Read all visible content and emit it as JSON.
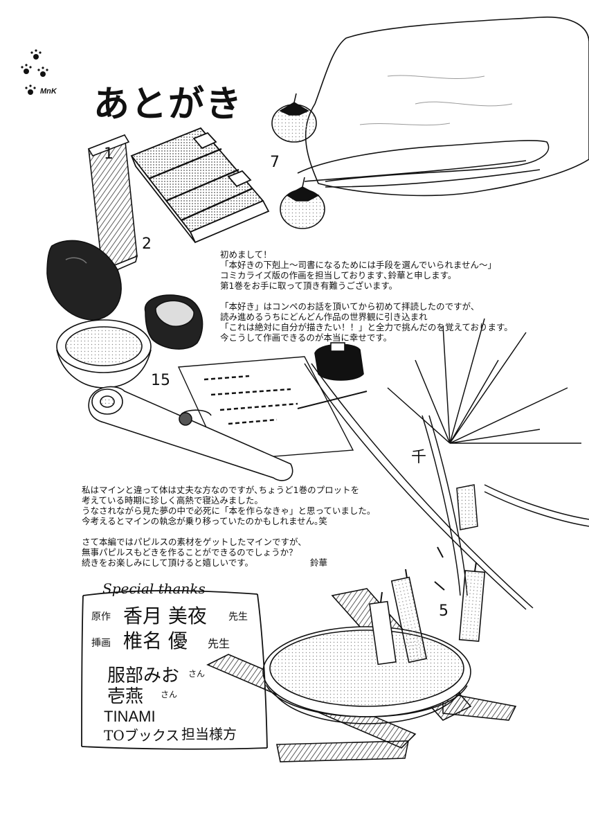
{
  "header": {
    "title": "あとがき",
    "signature": "MnK"
  },
  "intro": {
    "lines": [
      "初めまして！",
      "「本好きの下剋上～司書になるためには手段を選んでいられません～」",
      "コミカライズ版の作画を担当しております､鈴華と申します。",
      "第1巻をお手に取って頂き有難うございます。",
      "",
      "「本好き」はコンペのお話を頂いてから初めて拝読したのですが、",
      "読み進めるうちにどんどん作品の世界観に引き込まれ",
      "「これは絶対に自分が描きたい！！」と全力で挑んだのを覚えております。",
      "今こうして作画できるのが本当に幸せです。"
    ]
  },
  "body": {
    "lines": [
      "私はマインと違って体は丈夫な方なのですが､ちょうど1巻のプロットを",
      "考えている時期に珍しく高熱で寝込みました。",
      "うなされながら見た夢の中で必死に「本を作らなきゃ」と思っていました。",
      "今考えるとマインの執念が乗り移っていたのかもしれません｡笑",
      "",
      "さて本編ではパピルスの素材をゲットしたマインですが、",
      "無事パピルスもどきを作ることができるのでしょうか？",
      "続きをお楽しみにして頂けると嬉しいです。"
    ],
    "signoff": "鈴華"
  },
  "thanks": {
    "heading": "Special thanks",
    "rows": [
      {
        "role": "原作",
        "name": "香月 美夜",
        "honorific": "先生"
      },
      {
        "role": "挿画",
        "name": "椎名 優",
        "honorific": "先生"
      },
      {
        "role": "",
        "name": "服部みお",
        "honorific": "さん"
      },
      {
        "role": "",
        "name": "壱燕",
        "honorific": "さん"
      },
      {
        "role": "",
        "name": "TINAMI",
        "honorific": ""
      },
      {
        "role": "",
        "name": "TOブックス",
        "honorific": "担当様方"
      }
    ]
  },
  "item_numbers": {
    "n1": "1",
    "n2": "2",
    "n7": "7",
    "n15": "15",
    "n_thousand": "千",
    "n5": "5"
  }
}
